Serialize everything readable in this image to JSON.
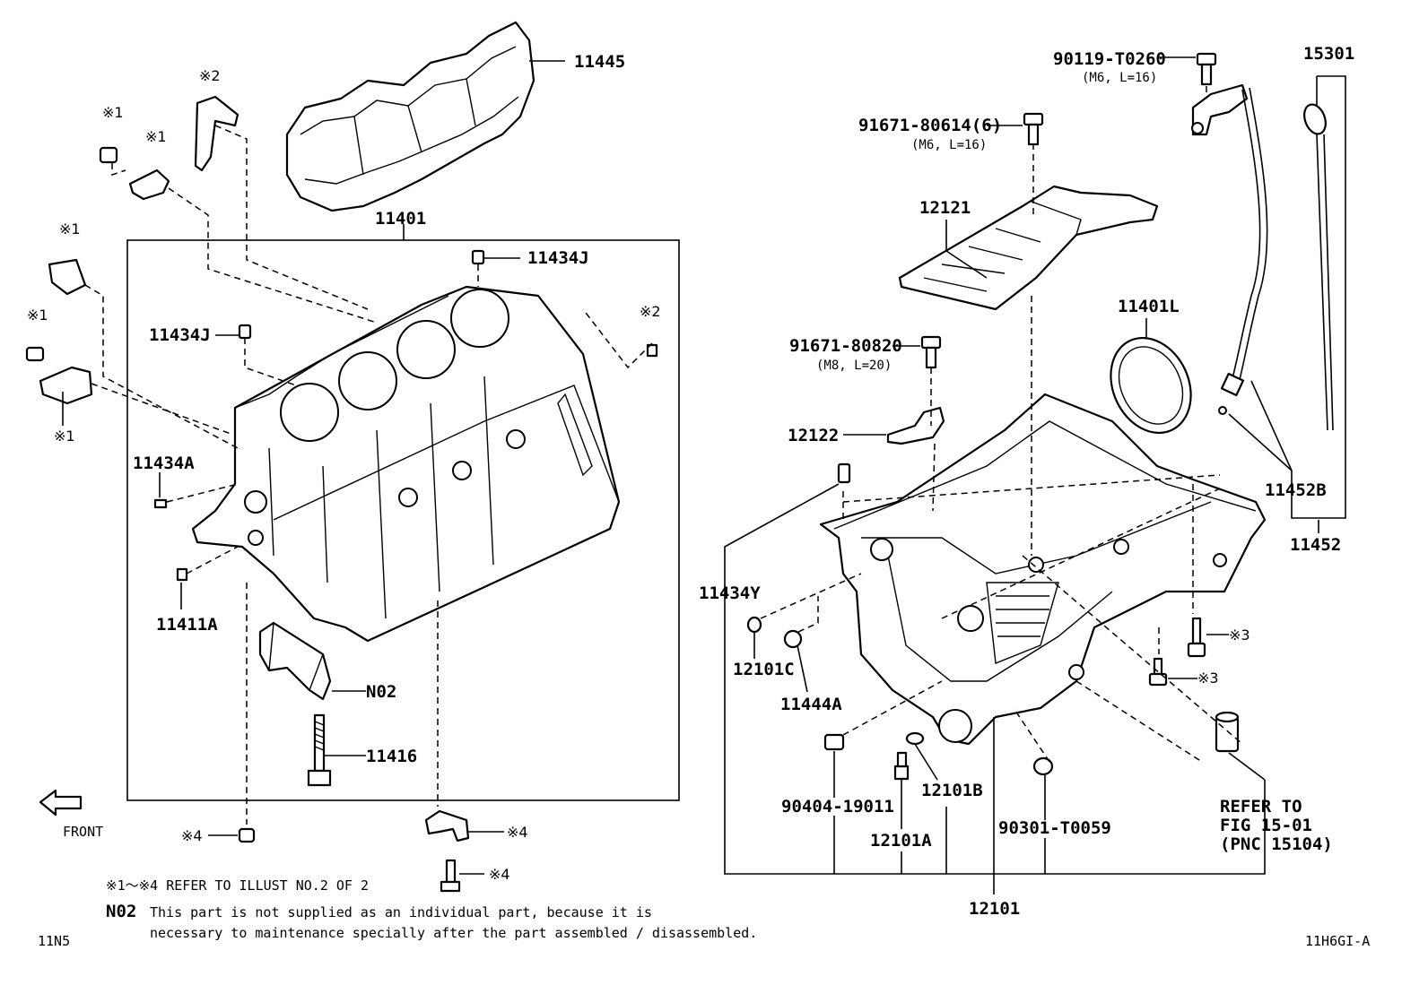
{
  "callouts": {
    "c11445": "11445",
    "c11401": "11401",
    "c11434J_top": "11434J",
    "c11434J_left": "11434J",
    "c11434A": "11434A",
    "c11411A": "11411A",
    "cN02": "N02",
    "c11416": "11416",
    "c90119": "90119-T0260",
    "c90119_sub": "(M6, L=16)",
    "c91671_1": "91671-80614(6)",
    "c91671_1_sub": "(M6, L=16)",
    "c12121": "12121",
    "c91671_2": "91671-80820",
    "c91671_2_sub": "(M8, L=20)",
    "c12122": "12122",
    "c11434Y": "11434Y",
    "c12101C": "12101C",
    "c11444A": "11444A",
    "c90404": "90404-19011",
    "c12101A": "12101A",
    "c12101B": "12101B",
    "c90301": "90301-T0059",
    "c12101": "12101",
    "c15301": "15301",
    "c11401L": "11401L",
    "c11452B": "11452B",
    "c11452": "11452",
    "refer1": "REFER TO",
    "refer2": "FIG 15-01",
    "refer3": "(PNC 15104)"
  },
  "marks": {
    "m1a": "※1",
    "m1b": "※1",
    "m1c": "※1",
    "m1d": "※1",
    "m1e": "※1",
    "m2a": "※2",
    "m2b": "※2",
    "m3a": "※3",
    "m3b": "※3",
    "m4a": "※4",
    "m4b": "※4",
    "m4c": "※4"
  },
  "front_label": "FRONT",
  "notes": {
    "refer_line": "※1～※4 REFER TO ILLUST NO.2 OF 2",
    "n02_code": "N02",
    "n02_line1": "This part is not supplied as an individual part, because it is",
    "n02_line2": "necessary to maintenance specially after the part assembled / disassembled."
  },
  "corner_left": "11N5",
  "corner_right": "11H6GI-A"
}
